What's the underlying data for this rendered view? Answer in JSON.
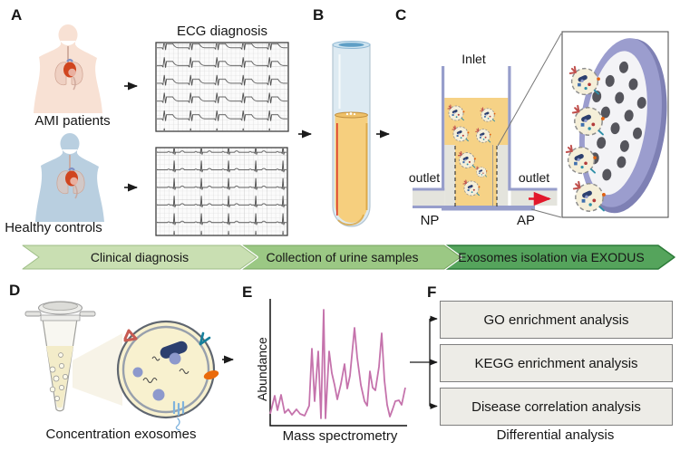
{
  "panels": {
    "A": {
      "letter": "A",
      "ecg_title": "ECG diagnosis",
      "patient_label": "AMI patients",
      "control_label": "Healthy controls"
    },
    "B": {
      "letter": "B"
    },
    "C": {
      "letter": "C",
      "inlet": "Inlet",
      "outlet_left": "outlet",
      "outlet_right": "outlet",
      "np": "NP",
      "ap": "AP"
    },
    "D": {
      "letter": "D",
      "caption": "Concentration exosomes"
    },
    "E": {
      "letter": "E",
      "ylabel": "Abundance",
      "xlabel": "Mass spectrometry"
    },
    "F": {
      "letter": "F",
      "boxes": [
        "GO enrichment analysis",
        "KEGG enrichment analysis",
        "Disease correlation analysis"
      ],
      "caption": "Differential analysis"
    }
  },
  "banner": {
    "steps": [
      {
        "label": "Clinical diagnosis",
        "fill": "#c9dfb2",
        "border": "#9dbd85"
      },
      {
        "label": "Collection of urine samples",
        "fill": "#9bc884",
        "border": "#76a55e"
      },
      {
        "label": "Exosomes isolation via EXODUS",
        "fill": "#55a45c",
        "border": "#2c7b38"
      }
    ]
  },
  "colors": {
    "urine": "#f6d286",
    "device_wall": "#979ecb",
    "device_gray": "#e4e4dd",
    "spectrum_line": "#c573ac",
    "ami_body": "#f8e1d4",
    "healthy_body": "#b9cfe0",
    "disc_rim": "#7e80b4",
    "disc_main": "#9b9dce",
    "red_arrow": "#e2182b",
    "ecg_trace": "#4f4f4f"
  }
}
